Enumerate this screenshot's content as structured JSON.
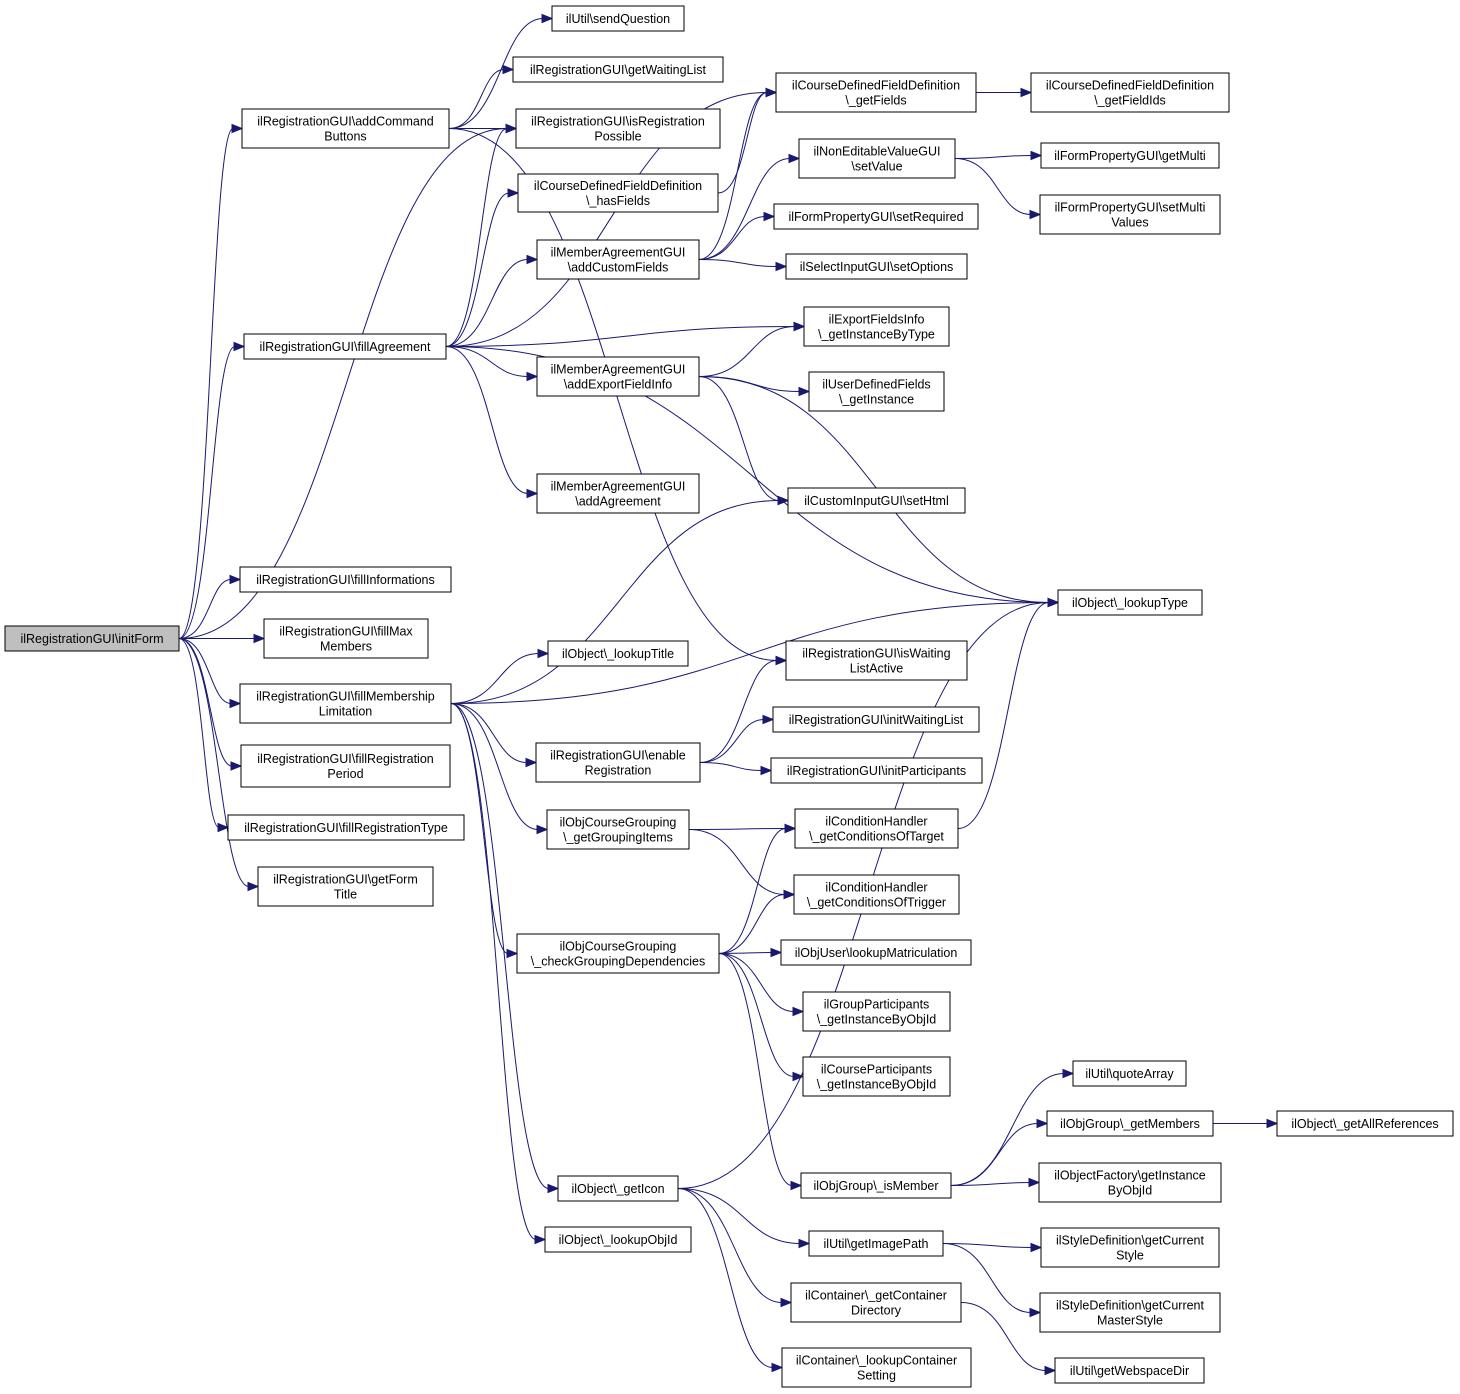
{
  "root": "n_initForm",
  "nodes": {
    "n_initForm": [
      "ilRegistrationGUI\\initForm"
    ],
    "n_addCmd": [
      "ilRegistrationGUI\\addCommand",
      "Buttons"
    ],
    "n_fillAgreement": [
      "ilRegistrationGUI\\fillAgreement"
    ],
    "n_fillInfo": [
      "ilRegistrationGUI\\fillInformations"
    ],
    "n_fillMax": [
      "ilRegistrationGUI\\fillMax",
      "Members"
    ],
    "n_fillMember": [
      "ilRegistrationGUI\\fillMembership",
      "Limitation"
    ],
    "n_fillRegPeriod": [
      "ilRegistrationGUI\\fillRegistration",
      "Period"
    ],
    "n_fillRegType": [
      "ilRegistrationGUI\\fillRegistrationType"
    ],
    "n_getFormTitle": [
      "ilRegistrationGUI\\getForm",
      "Title"
    ],
    "n_sendQuestion": [
      "ilUtil\\sendQuestion"
    ],
    "n_getWaitingList": [
      "ilRegistrationGUI\\getWaitingList"
    ],
    "n_isRegPossible": [
      "ilRegistrationGUI\\isRegistration",
      "Possible"
    ],
    "n_hasFields": [
      "ilCourseDefinedFieldDefinition",
      "\\_hasFields"
    ],
    "n_addCustomFields": [
      "ilMemberAgreementGUI",
      "\\addCustomFields"
    ],
    "n_addExportFieldInfo": [
      "ilMemberAgreementGUI",
      "\\addExportFieldInfo"
    ],
    "n_addAgreement": [
      "ilMemberAgreementGUI",
      "\\addAgreement"
    ],
    "n_lookupTitle": [
      "ilObject\\_lookupTitle"
    ],
    "n_enableReg": [
      "ilRegistrationGUI\\enable",
      "Registration"
    ],
    "n_getGroupingItems": [
      "ilObjCourseGrouping",
      "\\_getGroupingItems"
    ],
    "n_checkGroupingDep": [
      "ilObjCourseGrouping",
      "\\_checkGroupingDependencies"
    ],
    "n_getIcon": [
      "ilObject\\_getIcon"
    ],
    "n_lookupObjId": [
      "ilObject\\_lookupObjId"
    ],
    "n_getFields": [
      "ilCourseDefinedFieldDefinition",
      "\\_getFields"
    ],
    "n_getFieldIds": [
      "ilCourseDefinedFieldDefinition",
      "\\_getFieldIds"
    ],
    "n_setValue": [
      "ilNonEditableValueGUI",
      "\\setValue"
    ],
    "n_getMulti": [
      "ilFormPropertyGUI\\getMulti"
    ],
    "n_setMultiValues": [
      "ilFormPropertyGUI\\setMulti",
      "Values"
    ],
    "n_setRequired": [
      "ilFormPropertyGUI\\setRequired"
    ],
    "n_setOptions": [
      "ilSelectInputGUI\\setOptions"
    ],
    "n_getInstanceByType": [
      "ilExportFieldsInfo",
      "\\_getInstanceByType"
    ],
    "n_udfGetInstance": [
      "ilUserDefinedFields",
      "\\_getInstance"
    ],
    "n_setHtml": [
      "ilCustomInputGUI\\setHtml"
    ],
    "n_lookupType": [
      "ilObject\\_lookupType"
    ],
    "n_isWaitingListActive": [
      "ilRegistrationGUI\\isWaiting",
      "ListActive"
    ],
    "n_initWaitingList": [
      "ilRegistrationGUI\\initWaitingList"
    ],
    "n_initParticipants": [
      "ilRegistrationGUI\\initParticipants"
    ],
    "n_getCondTarget": [
      "ilConditionHandler",
      "\\_getConditionsOfTarget"
    ],
    "n_getCondTrigger": [
      "ilConditionHandler",
      "\\_getConditionsOfTrigger"
    ],
    "n_lookupMatric": [
      "ilObjUser\\lookupMatriculation"
    ],
    "n_groupPartInst": [
      "ilGroupParticipants",
      "\\_getInstanceByObjId"
    ],
    "n_coursePartInst": [
      "ilCourseParticipants",
      "\\_getInstanceByObjId"
    ],
    "n_quoteArray": [
      "ilUtil\\quoteArray"
    ],
    "n_getMembers": [
      "ilObjGroup\\_getMembers"
    ],
    "n_getAllRefs": [
      "ilObject\\_getAllReferences"
    ],
    "n_isMember": [
      "ilObjGroup\\_isMember"
    ],
    "n_getInstByObjId": [
      "ilObjectFactory\\getInstance",
      "ByObjId"
    ],
    "n_getImagePath": [
      "ilUtil\\getImagePath"
    ],
    "n_getCurStyle": [
      "ilStyleDefinition\\getCurrent",
      "Style"
    ],
    "n_getCurMasterStyle": [
      "ilStyleDefinition\\getCurrent",
      "MasterStyle"
    ],
    "n_getContainerDir": [
      "ilContainer\\_getContainer",
      "Directory"
    ],
    "n_lookupContainerSetting": [
      "ilContainer\\_lookupContainer",
      "Setting"
    ],
    "n_getWebspaceDir": [
      "ilUtil\\getWebspaceDir"
    ]
  },
  "edges": [
    [
      "n_initForm",
      "n_addCmd"
    ],
    [
      "n_initForm",
      "n_isRegPossible"
    ],
    [
      "n_initForm",
      "n_fillAgreement"
    ],
    [
      "n_initForm",
      "n_fillInfo"
    ],
    [
      "n_initForm",
      "n_fillMax"
    ],
    [
      "n_initForm",
      "n_fillMember"
    ],
    [
      "n_initForm",
      "n_fillRegPeriod"
    ],
    [
      "n_initForm",
      "n_fillRegType"
    ],
    [
      "n_initForm",
      "n_getFormTitle"
    ],
    [
      "n_addCmd",
      "n_sendQuestion"
    ],
    [
      "n_addCmd",
      "n_getWaitingList"
    ],
    [
      "n_addCmd",
      "n_isRegPossible"
    ],
    [
      "n_addCmd",
      "n_isWaitingListActive"
    ],
    [
      "n_fillAgreement",
      "n_isRegPossible"
    ],
    [
      "n_fillAgreement",
      "n_hasFields"
    ],
    [
      "n_fillAgreement",
      "n_getFields"
    ],
    [
      "n_fillAgreement",
      "n_addCustomFields"
    ],
    [
      "n_fillAgreement",
      "n_getInstanceByType"
    ],
    [
      "n_fillAgreement",
      "n_addExportFieldInfo"
    ],
    [
      "n_fillAgreement",
      "n_addAgreement"
    ],
    [
      "n_fillAgreement",
      "n_lookupType"
    ],
    [
      "n_addCustomFields",
      "n_getFields"
    ],
    [
      "n_addCustomFields",
      "n_setValue"
    ],
    [
      "n_addCustomFields",
      "n_setRequired"
    ],
    [
      "n_addCustomFields",
      "n_setOptions"
    ],
    [
      "n_hasFields",
      "n_getFields"
    ],
    [
      "n_getFields",
      "n_getFieldIds"
    ],
    [
      "n_setValue",
      "n_getMulti"
    ],
    [
      "n_setValue",
      "n_setMultiValues"
    ],
    [
      "n_addExportFieldInfo",
      "n_getInstanceByType"
    ],
    [
      "n_addExportFieldInfo",
      "n_udfGetInstance"
    ],
    [
      "n_addExportFieldInfo",
      "n_setHtml"
    ],
    [
      "n_addExportFieldInfo",
      "n_lookupType"
    ],
    [
      "n_fillMember",
      "n_setHtml"
    ],
    [
      "n_fillMember",
      "n_lookupTitle"
    ],
    [
      "n_fillMember",
      "n_lookupType"
    ],
    [
      "n_fillMember",
      "n_enableReg"
    ],
    [
      "n_fillMember",
      "n_getGroupingItems"
    ],
    [
      "n_fillMember",
      "n_checkGroupingDep"
    ],
    [
      "n_fillMember",
      "n_getIcon"
    ],
    [
      "n_fillMember",
      "n_lookupObjId"
    ],
    [
      "n_enableReg",
      "n_isWaitingListActive"
    ],
    [
      "n_enableReg",
      "n_initWaitingList"
    ],
    [
      "n_enableReg",
      "n_initParticipants"
    ],
    [
      "n_getGroupingItems",
      "n_getCondTarget"
    ],
    [
      "n_getGroupingItems",
      "n_getCondTrigger"
    ],
    [
      "n_checkGroupingDep",
      "n_getCondTarget"
    ],
    [
      "n_checkGroupingDep",
      "n_getCondTrigger"
    ],
    [
      "n_checkGroupingDep",
      "n_lookupMatric"
    ],
    [
      "n_checkGroupingDep",
      "n_groupPartInst"
    ],
    [
      "n_checkGroupingDep",
      "n_coursePartInst"
    ],
    [
      "n_checkGroupingDep",
      "n_isMember"
    ],
    [
      "n_getCondTarget",
      "n_lookupType"
    ],
    [
      "n_isMember",
      "n_quoteArray"
    ],
    [
      "n_isMember",
      "n_getMembers"
    ],
    [
      "n_isMember",
      "n_getInstByObjId"
    ],
    [
      "n_getMembers",
      "n_getAllRefs"
    ],
    [
      "n_getIcon",
      "n_lookupType"
    ],
    [
      "n_getIcon",
      "n_getImagePath"
    ],
    [
      "n_getIcon",
      "n_getContainerDir"
    ],
    [
      "n_getIcon",
      "n_lookupContainerSetting"
    ],
    [
      "n_getImagePath",
      "n_getCurStyle"
    ],
    [
      "n_getImagePath",
      "n_getCurMasterStyle"
    ],
    [
      "n_getContainerDir",
      "n_getWebspaceDir"
    ]
  ]
}
